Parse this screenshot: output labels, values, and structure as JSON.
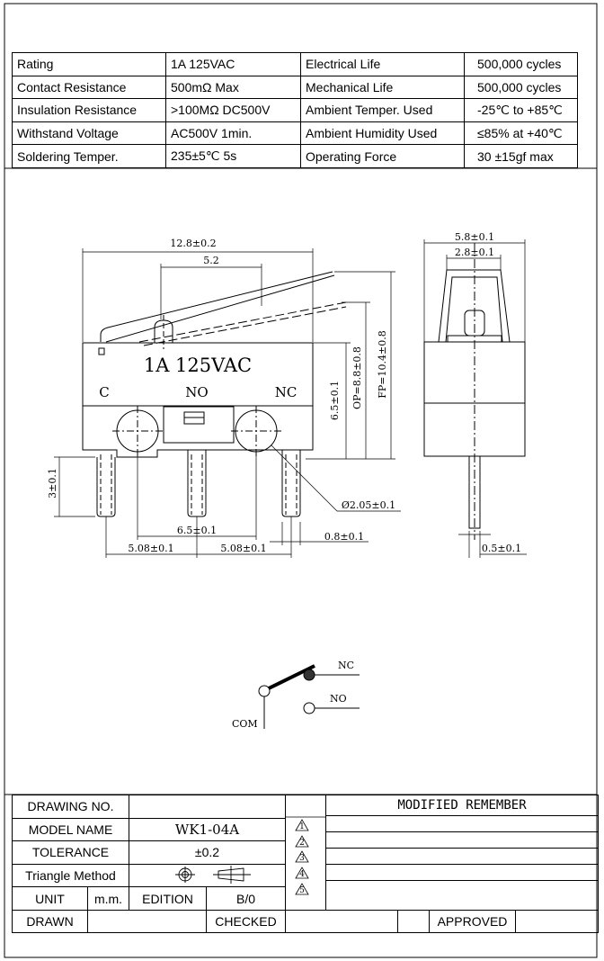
{
  "specs": [
    [
      "Rating",
      "1A  125VAC",
      "Electrical Life",
      "500,000 cycles"
    ],
    [
      "Contact Resistance",
      "500mΩ  Max",
      "Mechanical Life",
      "500,000 cycles"
    ],
    [
      "Insulation Resistance",
      ">100MΩ DC500V",
      "Ambient Temper. Used",
      "-25℃ to +85℃"
    ],
    [
      "Withstand Voltage",
      "AC500V  1min.",
      "Ambient Humidity Used",
      "≤85% at +40℃"
    ],
    [
      "Soldering Temper.",
      "235±5℃ 5s",
      "Operating Force",
      "30 ±15gf max"
    ]
  ],
  "drawing": {
    "body_label": "1A  125VAC",
    "terminal_c": "C",
    "terminal_no": "NO",
    "terminal_nc": "NC",
    "dim_overall_width": "12.8±0.2",
    "dim_lever_pivot": "5.2",
    "dim_body_height": "6.5±0.1",
    "dim_op": "OP=8.8±0.8",
    "dim_fp": "FP=10.4±0.8",
    "dim_pin_length": "3±0.1",
    "dim_hole": "Ø2.05±0.1",
    "dim_pin_spacing_cn": "6.5±0.1",
    "dim_pitch_left": "5.08±0.1",
    "dim_pitch_right": "5.08±0.1",
    "dim_pin_width": "0.8±0.1",
    "dim_side_width": "5.8±0.1",
    "dim_side_actuator": "2.8±0.1",
    "dim_side_pin": "0.5±0.1",
    "schem_nc": "NC",
    "schem_no": "NO",
    "schem_com": "COM"
  },
  "title_block": {
    "drawing_no_label": "DRAWING NO.",
    "drawing_no_value": "",
    "model_name_label": "MODEL NAME",
    "model_name_value": "WK1-04A",
    "tolerance_label": "TOLERANCE",
    "tolerance_value": "±0.2",
    "triangle_label": "Triangle Method",
    "unit_label": "UNIT",
    "unit_value": "m.m.",
    "edition_label": "EDITION",
    "edition_value": "B/0",
    "drawn_label": "DRAWN",
    "checked_label": "CHECKED",
    "approved_label": "APPROVED",
    "modified_label": "MODIFIED  REMEMBER",
    "revisions": [
      "1",
      "2",
      "3",
      "4",
      "5"
    ]
  }
}
